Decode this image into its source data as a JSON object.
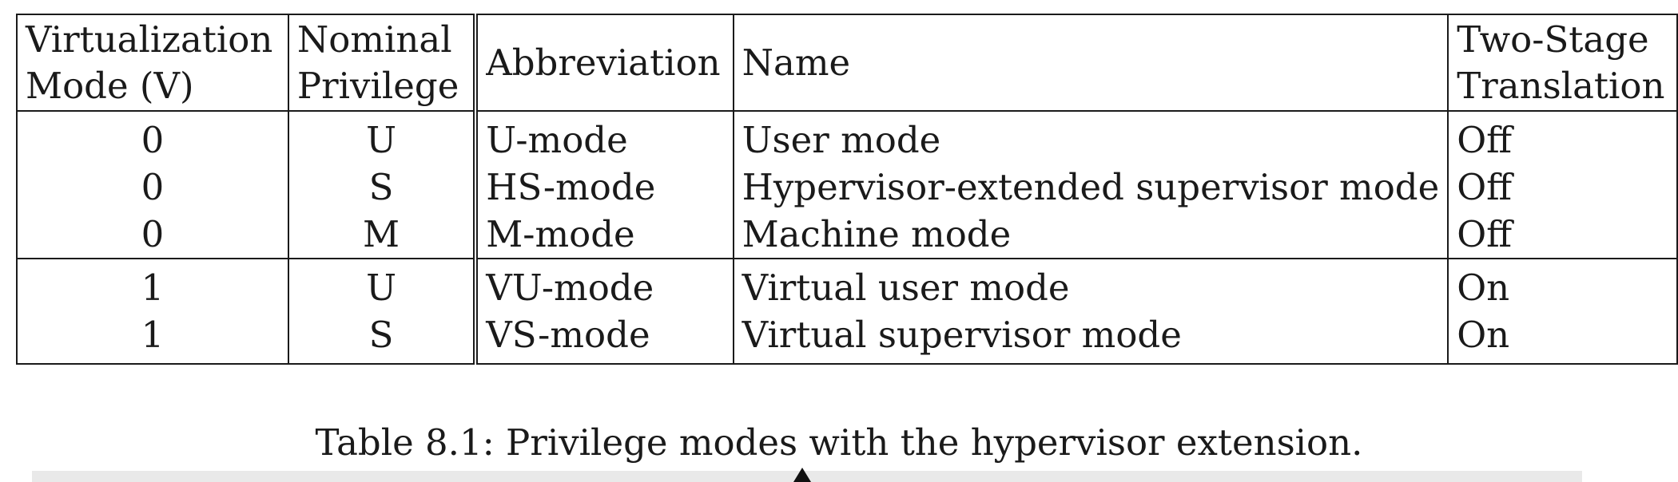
{
  "table": {
    "headers": {
      "virtualization_mode": [
        "Virtualization",
        "Mode (V)"
      ],
      "nominal_privilege": [
        "Nominal",
        "Privilege"
      ],
      "abbreviation": "Abbreviation",
      "name": "Name",
      "two_stage_translation": [
        "Two-Stage",
        "Translation"
      ]
    },
    "rows": [
      {
        "v": "0",
        "priv": "U",
        "abbr": "U-mode",
        "name": "User mode",
        "translation": "Off"
      },
      {
        "v": "0",
        "priv": "S",
        "abbr": "HS-mode",
        "name": "Hypervisor-extended supervisor mode",
        "translation": "Off"
      },
      {
        "v": "0",
        "priv": "M",
        "abbr": "M-mode",
        "name": "Machine mode",
        "translation": "Off"
      },
      {
        "v": "1",
        "priv": "U",
        "abbr": "VU-mode",
        "name": "Virtual user mode",
        "translation": "On"
      },
      {
        "v": "1",
        "priv": "S",
        "abbr": "VS-mode",
        "name": "Virtual supervisor mode",
        "translation": "On"
      }
    ]
  },
  "caption": "Table 8.1: Privilege modes with the hypervisor extension."
}
